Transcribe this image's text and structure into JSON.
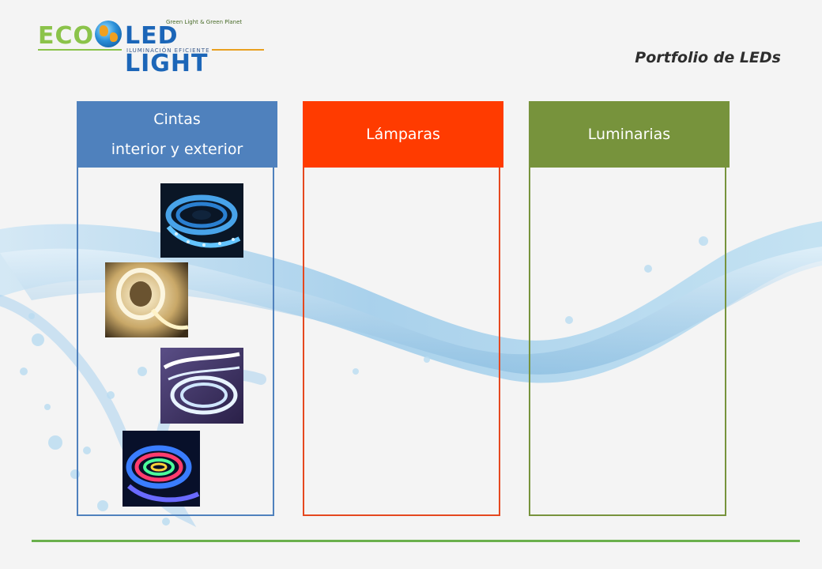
{
  "logo": {
    "eco": "ECO",
    "led_light": "LED LIGHT",
    "tagline": "Green Light & Green Planet",
    "sub": "ILUMINACIÓN EFICIENTE"
  },
  "title": "Portfolio de LEDs",
  "columns": [
    {
      "heading_line1": "Cintas",
      "heading_line2": "interior y exterior",
      "color": "#4f81bd"
    },
    {
      "heading_line1": "Lámparas",
      "heading_line2": "",
      "color": "#ff3b00"
    },
    {
      "heading_line1": "Luminarias",
      "heading_line2": "",
      "color": "#77933c"
    }
  ],
  "colors": {
    "background": "#f4f4f4",
    "footer_line": "#6ab04c",
    "water": "#8fc3e6"
  }
}
